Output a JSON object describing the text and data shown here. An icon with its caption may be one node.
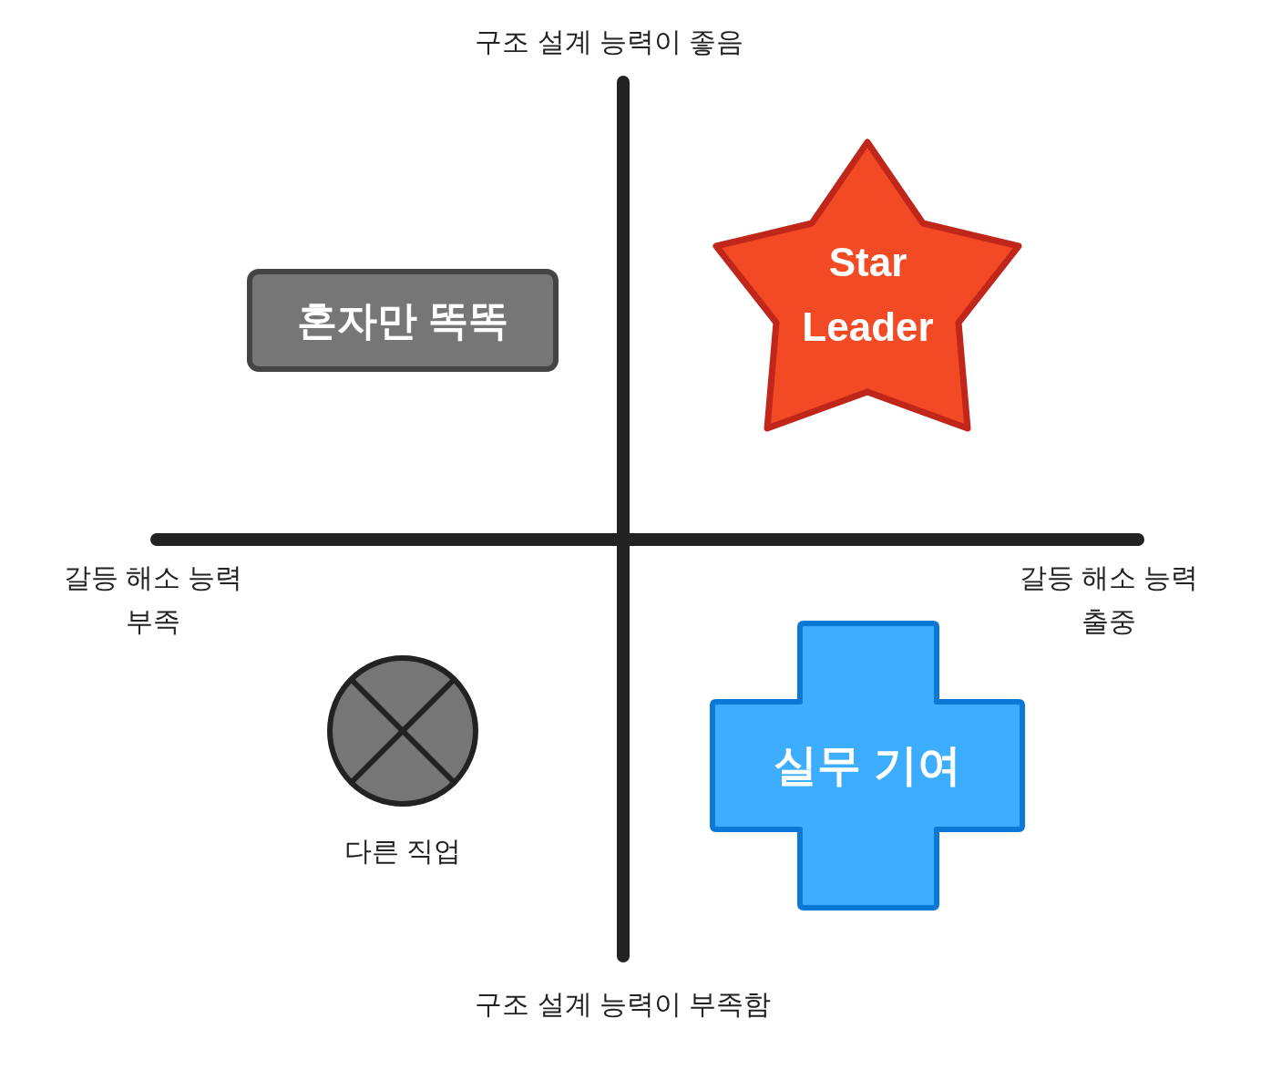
{
  "diagram": {
    "nodes": [
      {
        "text": [
          "혼자만 똑똑"
        ]
      },
      {
        "text": [
          "Star Leader"
        ]
      },
      {
        "text": [],
        "shape": "circle",
        "beside": [
          "다른 직업"
        ]
      },
      {
        "text": [
          "실무 기여"
        ]
      }
    ],
    "edges": [],
    "labels": [
      "구조 설계 능력이 좋음",
      "갈등 해소 능력 부족",
      "갈등 해소 능력 출중",
      "구조 설계 능력이 부족함"
    ]
  }
}
